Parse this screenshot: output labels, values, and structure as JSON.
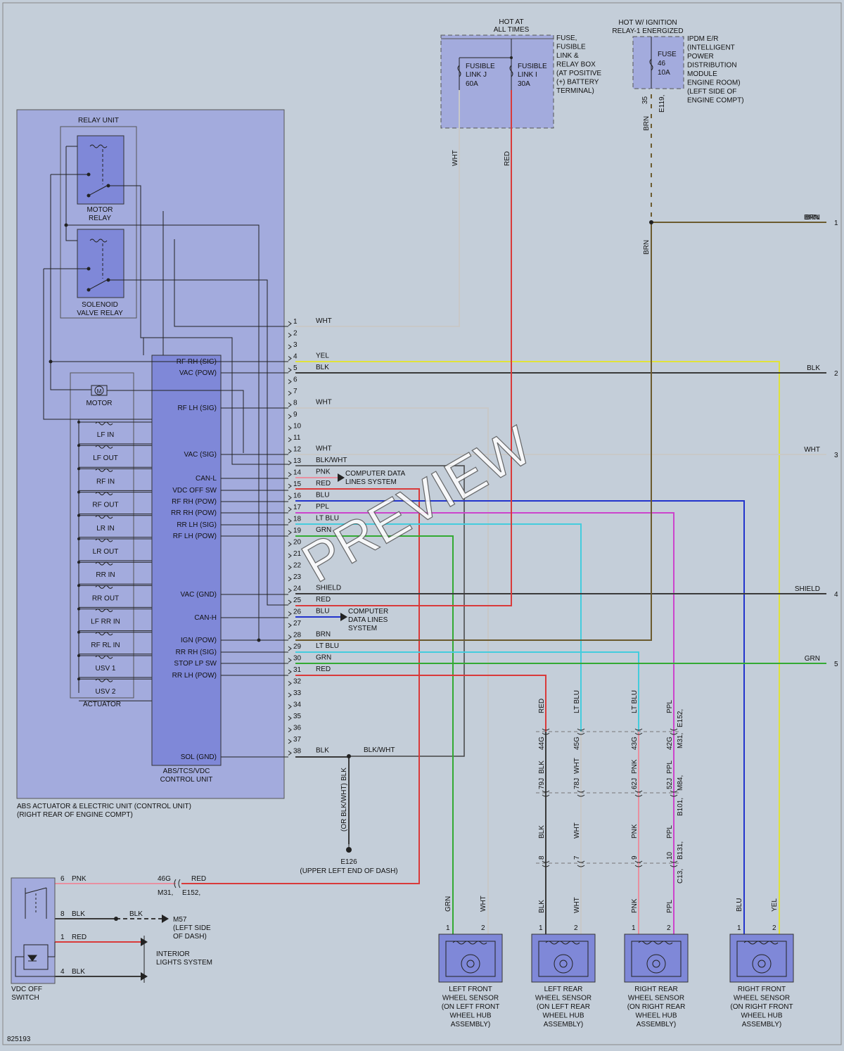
{
  "diagram_id": "825193",
  "watermark": "PREVIEW",
  "colors": {
    "background": "#c4ced9",
    "box": "#a3abdd",
    "box_dark": "#7f88d8",
    "RED": "#d93a3a",
    "WHT": "#c8c8c8",
    "BRN": "#6b5a2e",
    "YEL": "#e0e23a",
    "BLK": "#3a3a3a",
    "BLU": "#2233cc",
    "PPL": "#cc44cc",
    "LTBLU": "#44ccdd",
    "GRN": "#33aa33",
    "PNK": "#e890a0"
  },
  "labels": {
    "hot_at_all_times": [
      "HOT AT",
      "ALL TIMES"
    ],
    "fuse_box": [
      "FUSE,",
      "FUSIBLE",
      "LINK &",
      "RELAY BOX",
      "(AT POSITIVE",
      "(+) BATTERY",
      "TERMINAL)"
    ],
    "fusible_link_j": [
      "FUSIBLE",
      "LINK J",
      "60A"
    ],
    "fusible_link_i": [
      "FUSIBLE",
      "LINK I",
      "30A"
    ],
    "hot_w_ignition": [
      "HOT W/ IGNITION",
      "RELAY-1 ENERGIZED"
    ],
    "fuse_46": [
      "FUSE",
      "46",
      "10A"
    ],
    "ipdm": [
      "IPDM E/R",
      "(INTELLIGENT",
      "POWER",
      "DISTRIBUTION",
      "MODULE",
      "ENGINE ROOM)",
      "(LEFT SIDE OF",
      "ENGINE COMPT)"
    ],
    "pin_35": "35",
    "conn_e119": "E119,",
    "relay_unit": "RELAY UNIT",
    "motor_relay": [
      "MOTOR",
      "RELAY"
    ],
    "solenoid_valve_relay": [
      "SOLENOID",
      "VALVE RELAY"
    ],
    "motor": "MOTOR",
    "actuator": "ACTUATOR",
    "control_unit": [
      "ABS/TCS/VDC",
      "CONTROL UNIT"
    ],
    "abs_unit": [
      "ABS ACTUATOR & ELECTRIC UNIT (CONTROL UNIT)",
      "(RIGHT REAR OF ENGINE COMPT)"
    ],
    "computer_data_1": [
      "COMPUTER DATA",
      "LINES SYSTEM"
    ],
    "computer_data_2": [
      "COMPUTER",
      "DATA LINES",
      "SYSTEM"
    ],
    "ground_e126": [
      "E126",
      "(UPPER LEFT END OF DASH)"
    ],
    "or_blk_wht": "(OR BLK/WHT)",
    "vdc_off_switch": [
      "VDC OFF",
      "SWITCH"
    ],
    "m57": [
      "M57",
      "(LEFT SIDE",
      "OF DASH)"
    ],
    "interior_lights": [
      "INTERIOR",
      "LIGHTS SYSTEM"
    ],
    "conn_46g": "46G",
    "conn_m31_e152": [
      "M31,",
      "E152,"
    ],
    "conn_e152": "E152,",
    "conn_m31": "M31,",
    "conn_m84": "M84,",
    "conn_b101": "B101,",
    "conn_b131": "B131,",
    "conn_c13": "C13,",
    "sensors": [
      [
        "LEFT FRONT",
        "WHEEL SENSOR",
        "(ON LEFT FRONT",
        "WHEEL HUB",
        "ASSEMBLY)"
      ],
      [
        "LEFT REAR",
        "WHEEL SENSOR",
        "(ON LEFT REAR",
        "WHEEL HUB",
        "ASSEMBLY)"
      ],
      [
        "RIGHT REAR",
        "WHEEL SENSOR",
        "(ON RIGHT REAR",
        "WHEEL HUB",
        "ASSEMBLY)"
      ],
      [
        "RIGHT FRONT",
        "WHEEL SENSOR",
        "(ON RIGHT FRONT",
        "WHEEL HUB",
        "ASSEMBLY)"
      ]
    ]
  },
  "actuator_coils": [
    "LF IN",
    "LF OUT",
    "RF IN",
    "RF OUT",
    "LR IN",
    "LR OUT",
    "RR IN",
    "RR OUT",
    "LF RR IN",
    "RF RL IN",
    "USV 1",
    "USV 2"
  ],
  "ecu_pins": [
    "RF RH (SIG)",
    "VAC (POW)",
    "RF LH (SIG)",
    "VAC (SIG)",
    "CAN-L",
    "VDC OFF SW",
    "RF RH (POW)",
    "RR RH (POW)",
    "RR LH (SIG)",
    "RF LH (POW)",
    "VAC (GND)",
    "CAN-H",
    "IGN (POW)",
    "RR RH (SIG)",
    "STOP LP SW",
    "RR LH (POW)",
    "SOL (GND)"
  ],
  "terminals": [
    {
      "n": "1",
      "wire": "WHT"
    },
    {
      "n": "2",
      "wire": ""
    },
    {
      "n": "3",
      "wire": ""
    },
    {
      "n": "4",
      "wire": "YEL"
    },
    {
      "n": "5",
      "wire": "BLK"
    },
    {
      "n": "6",
      "wire": ""
    },
    {
      "n": "7",
      "wire": ""
    },
    {
      "n": "8",
      "wire": "WHT"
    },
    {
      "n": "9",
      "wire": ""
    },
    {
      "n": "10",
      "wire": ""
    },
    {
      "n": "11",
      "wire": ""
    },
    {
      "n": "12",
      "wire": "WHT"
    },
    {
      "n": "13",
      "wire": "BLK/WHT"
    },
    {
      "n": "14",
      "wire": "PNK"
    },
    {
      "n": "15",
      "wire": "RED"
    },
    {
      "n": "16",
      "wire": "BLU"
    },
    {
      "n": "17",
      "wire": "PPL"
    },
    {
      "n": "18",
      "wire": "LT BLU"
    },
    {
      "n": "19",
      "wire": "GRN"
    },
    {
      "n": "20",
      "wire": ""
    },
    {
      "n": "21",
      "wire": ""
    },
    {
      "n": "22",
      "wire": ""
    },
    {
      "n": "23",
      "wire": ""
    },
    {
      "n": "24",
      "wire": "SHIELD"
    },
    {
      "n": "25",
      "wire": "RED"
    },
    {
      "n": "26",
      "wire": "BLU"
    },
    {
      "n": "27",
      "wire": ""
    },
    {
      "n": "28",
      "wire": "BRN"
    },
    {
      "n": "29",
      "wire": "LT BLU"
    },
    {
      "n": "30",
      "wire": "GRN"
    },
    {
      "n": "31",
      "wire": "RED"
    },
    {
      "n": "32",
      "wire": ""
    },
    {
      "n": "33",
      "wire": ""
    },
    {
      "n": "34",
      "wire": ""
    },
    {
      "n": "35",
      "wire": ""
    },
    {
      "n": "36",
      "wire": ""
    },
    {
      "n": "37",
      "wire": ""
    },
    {
      "n": "38",
      "wire": "BLK"
    }
  ],
  "right_edge": [
    {
      "n": "1",
      "wire": "BRN"
    },
    {
      "n": "2",
      "wire": "BLK"
    },
    {
      "n": "3",
      "wire": "WHT"
    },
    {
      "n": "4",
      "wire": "SHIELD"
    },
    {
      "n": "5",
      "wire": "GRN"
    }
  ],
  "wire_labels": {
    "wht": "WHT",
    "red": "RED",
    "brn": "BRN",
    "blk": "BLK",
    "blk_wht": "BLK/WHT",
    "pnk": "PNK",
    "blu": "BLU",
    "ppl": "PPL",
    "lt_blu": "LT BLU",
    "grn": "GRN",
    "yel": "YEL"
  },
  "mid_connectors": {
    "row1": [
      "44G",
      "45G",
      "43G",
      "42G"
    ],
    "row2": [
      "79J",
      "78J",
      "62J",
      "52J"
    ],
    "row3": [
      "8",
      "7",
      "9",
      "10"
    ]
  },
  "switch_pins": [
    {
      "n": "6",
      "wire": "PNK"
    },
    {
      "n": "8",
      "wire": "BLK"
    },
    {
      "n": "1",
      "wire": "RED"
    },
    {
      "n": "4",
      "wire": "BLK"
    }
  ],
  "sensor_pins": [
    "1",
    "2"
  ]
}
